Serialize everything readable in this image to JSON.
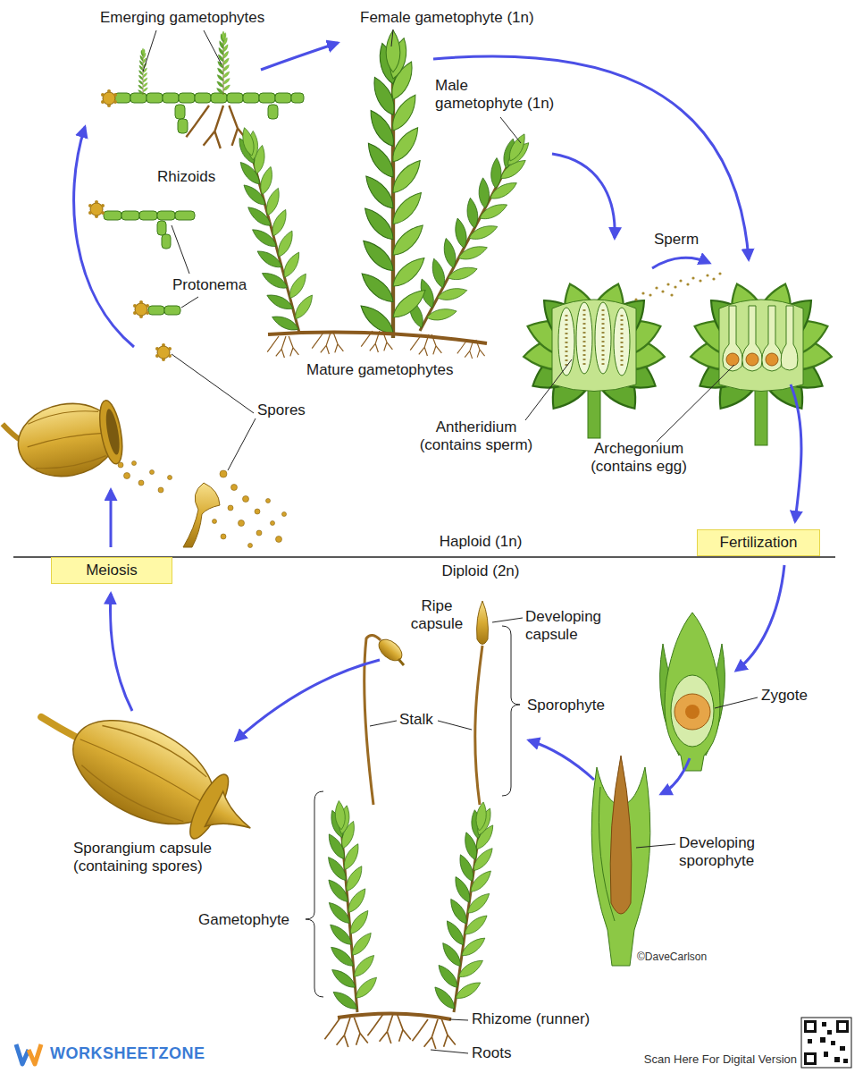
{
  "diagram": {
    "nodes": [
      {
        "text": [
          "Meiosis"
        ]
      },
      {
        "text": [
          "Fertilization"
        ]
      }
    ],
    "labels": [
      "Emerging gametophytes",
      "Female gametophyte (1n)",
      "Male gametophyte (1n)",
      "Rhizoids",
      "Protonema",
      "Mature gametophytes",
      "Sperm",
      "Spores",
      "Antheridium (contains sperm)",
      "Archegonium (contains egg)",
      "Haploid (1n)",
      "Diploid (2n)",
      "Ripe capsule",
      "Developing capsule",
      "Stalk",
      "Sporophyte",
      "Zygote",
      "Developing sporophyte",
      "Sporangium capsule (containing spores)",
      "Gametophyte",
      "©DaveCarlson",
      "Rhizome (runner)",
      "Roots",
      "WORKSHEETZONE",
      "Scan Here For Digital Version"
    ]
  }
}
